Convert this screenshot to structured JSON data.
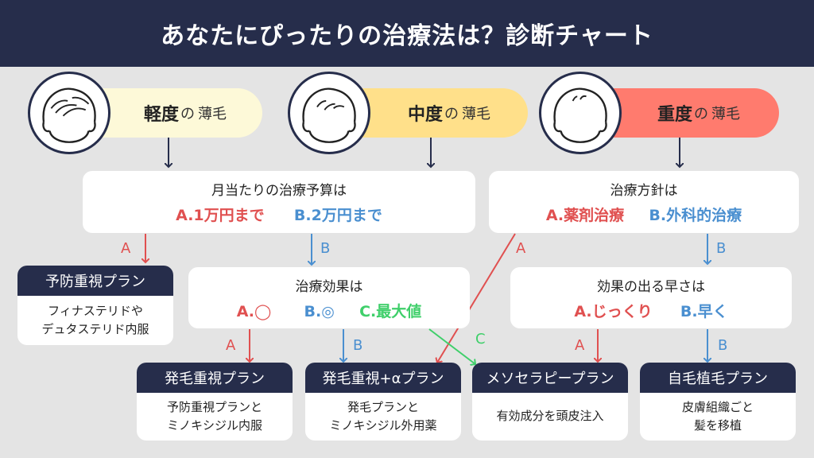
{
  "title": "あなたにぴったりの治療法は？診断チャート",
  "levels": [
    {
      "strong": "軽度",
      "weak": "の",
      "strong2": "薄毛",
      "color": "#fdf9d8"
    },
    {
      "strong": "中度",
      "weak": "の",
      "strong2": "薄毛",
      "color": "#ffe08a"
    },
    {
      "strong": "重度",
      "weak": "の",
      "strong2": "薄毛",
      "color": "#ff7b6e"
    }
  ],
  "questions": {
    "budget": {
      "text": "月当たりの治療予算は",
      "a": "A.1万円まで",
      "b": "B.2万円まで"
    },
    "policy": {
      "text": "治療方針は",
      "a": "A.薬剤治療",
      "b": "B.外科的治療"
    },
    "effect": {
      "text": "治療効果は",
      "a": "A.◯",
      "b": "B.◎",
      "c": "C.最大値"
    },
    "speed": {
      "text": "効果の出る早さは",
      "a": "A.じっくり",
      "b": "B.早く"
    }
  },
  "labels": {
    "a": "A",
    "b": "B",
    "c": "C"
  },
  "plans": {
    "prevention": {
      "title": "予防重視プラン",
      "lines": [
        "フィナステリドや",
        "デュタステリド内服"
      ]
    },
    "growth": {
      "title": "発毛重視プラン",
      "lines": [
        "予防重視プランと",
        "ミノキシジル内服"
      ]
    },
    "growth_plus": {
      "title": "発毛重視+αプラン",
      "lines": [
        "発毛プランと",
        "ミノキシジル外用薬"
      ]
    },
    "meso": {
      "title": "メソセラピープラン",
      "lines": [
        "有効成分を頭皮注入"
      ]
    },
    "transplant": {
      "title": "自毛植毛プラン",
      "lines": [
        "皮膚組織ごと",
        "髪を移植"
      ]
    }
  },
  "colors": {
    "navy": "#262d4b",
    "red": "#e05050",
    "blue": "#4a8fd0",
    "green": "#3fcf6a",
    "bg": "#e4e4e4"
  }
}
